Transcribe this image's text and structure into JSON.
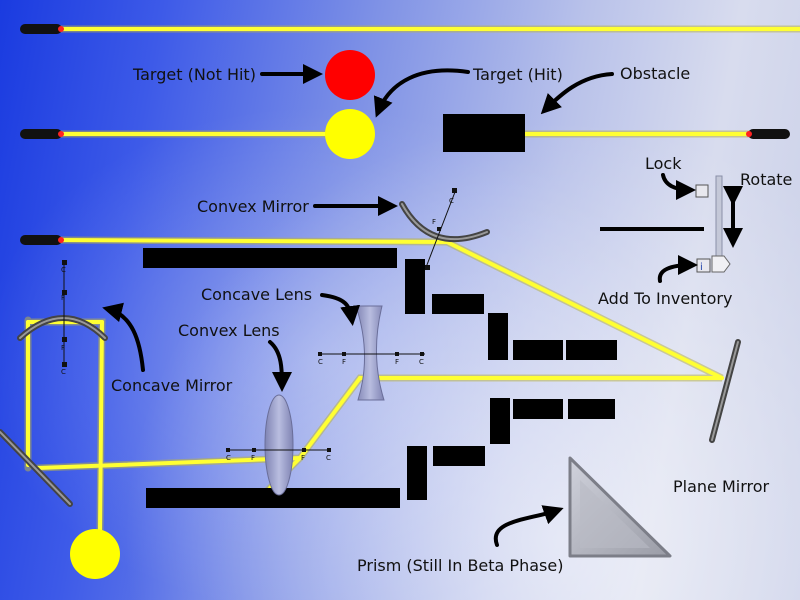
{
  "labels": {
    "target_not_hit": "Target (Not Hit)",
    "target_hit": "Target (Hit)",
    "obstacle": "Obstacle",
    "lock": "Lock",
    "rotate": "Rotate",
    "convex_mirror": "Convex Mirror",
    "add_to_inventory": "Add To Inventory",
    "concave_lens": "Concave Lens",
    "convex_lens": "Convex Lens",
    "concave_mirror": "Concave Mirror",
    "plane_mirror": "Plane Mirror",
    "prism": "Prism (Still In Beta Phase)"
  },
  "ticks": {
    "c": "C",
    "f": "F"
  },
  "controls": {
    "info_symbol": "i"
  },
  "colors": {
    "beam": "#ffff33",
    "target_hit": "#ffff00",
    "target_not_hit": "#ff0000",
    "obstacle": "#000000",
    "laser_tip": "#ff2222"
  },
  "icons": [
    "laser-emitter-icon",
    "lock-checkbox-icon",
    "rotate-arrow-icon",
    "add-to-inventory-icon"
  ]
}
